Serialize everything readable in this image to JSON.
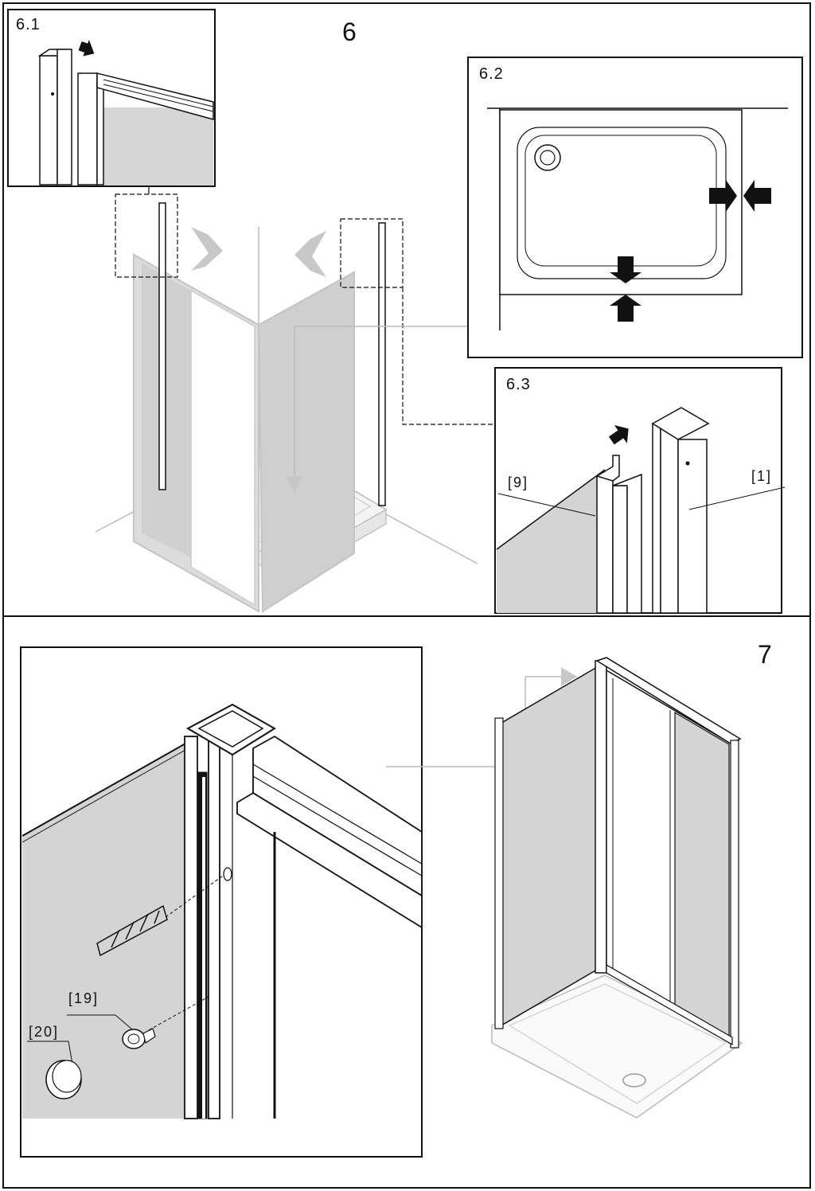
{
  "step6": {
    "number": "6",
    "sub1": "6.1",
    "sub2": "6.2",
    "sub3": "6.3",
    "part_9": "[9]",
    "part_1": "[1]"
  },
  "step7": {
    "number": "7",
    "part_19": "[19]",
    "part_20": "[20]"
  },
  "colors": {
    "glass": "#d4d4d4",
    "line": "#111111",
    "ghost": "#c8c8c8"
  }
}
